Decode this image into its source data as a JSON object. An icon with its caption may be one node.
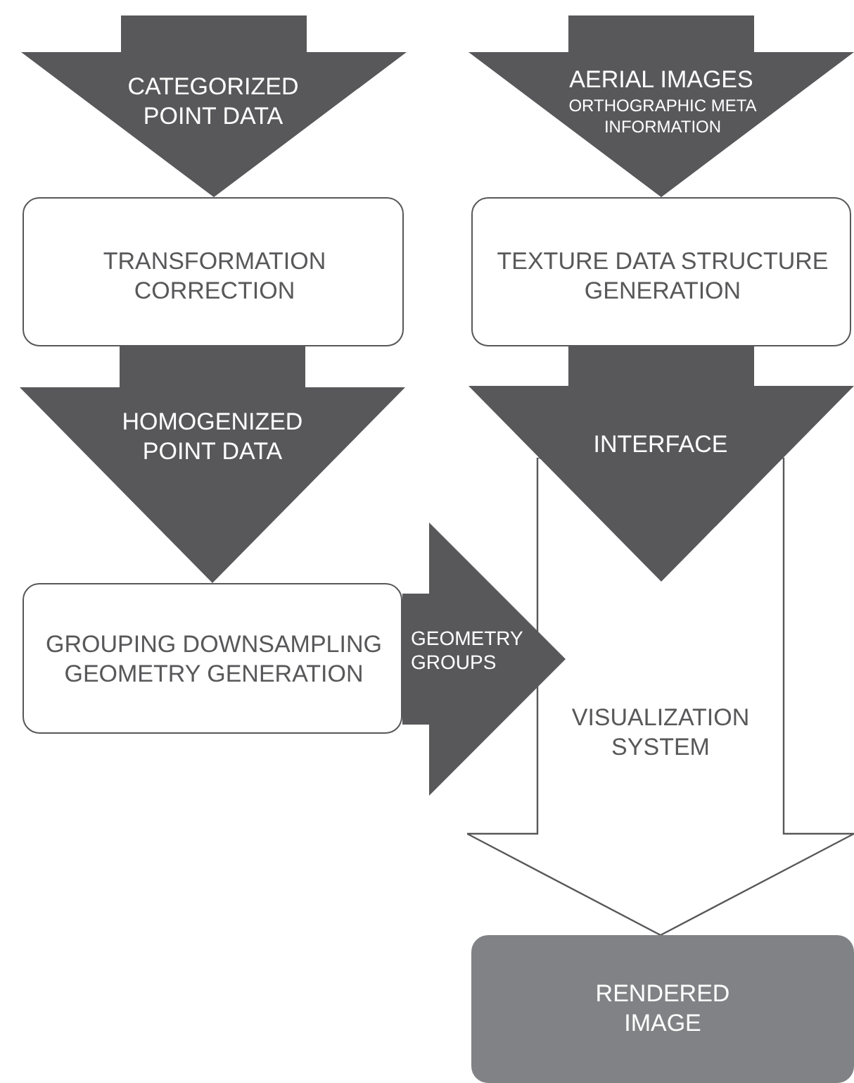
{
  "diagram": {
    "nodes": [
      {
        "text": [
          "TRANSFORMATION CORRECTION"
        ]
      },
      {
        "text": [
          "TEXTURE DATA STRUCTURE GENERATION"
        ]
      },
      {
        "text": [
          "GROUPING DOWNSAMPLING GEOMETRY GENERATION"
        ]
      },
      {
        "text": [
          "VISUALIZATION SYSTEM"
        ]
      },
      {
        "text": [
          "RENDERED IMAGE"
        ]
      }
    ],
    "edges": [
      {
        "from": null,
        "to": 0,
        "arrow": "to",
        "label": "CATEGORIZED POINT DATA"
      },
      {
        "from": null,
        "to": 1,
        "arrow": "to",
        "label": "AERIAL IMAGES"
      },
      {
        "from": 0,
        "to": 2,
        "arrow": "to",
        "label": "HOMOGENIZED POINT DATA"
      },
      {
        "from": 1,
        "to": 3,
        "arrow": "to",
        "label": "INTERFACE"
      },
      {
        "from": 2,
        "to": 3,
        "arrow": "to",
        "label": "GEOMETRY GROUPS"
      }
    ],
    "labels": [
      "ORTHOGRAPHIC META INFORMATION"
    ]
  }
}
